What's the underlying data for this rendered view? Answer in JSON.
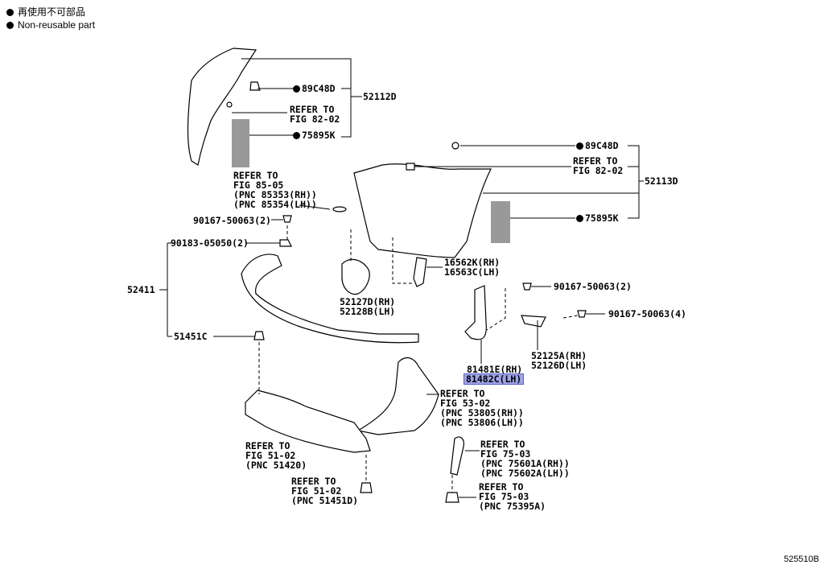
{
  "legend": {
    "line1": "再使用不可部品",
    "line2": "Non-reusable part"
  },
  "labels": {
    "p89c48d_a": "89C48D",
    "refer_82_a": "REFER TO\nFIG 82-02",
    "p75895k_a": "75895K",
    "p52112d": "52112D",
    "p89c48d_b": "89C48D",
    "refer_82_b": "REFER TO\nFIG 82-02",
    "p52113d": "52113D",
    "p75895k_b": "75895K",
    "refer_85": "REFER TO\nFIG 85-05\n(PNC 85353(RH))\n(PNC 85354(LH))",
    "p90167_a": "90167-50063(2)",
    "p90183": "90183-05050(2)",
    "p52411": "52411",
    "p51451c": "51451C",
    "p16562k": "16562K(RH)\n16563C(LH)",
    "p52127d": "52127D(RH)\n52128B(LH)",
    "p90167_b": "90167-50063(2)",
    "p90167_c": "90167-50063(4)",
    "p52125a": "52125A(RH)\n52126D(LH)",
    "p81481e": "81481E(RH)",
    "p81482c": "81482C(LH)",
    "refer_53": "REFER TO\nFIG 53-02\n(PNC 53805(RH))\n(PNC 53806(LH))",
    "refer_51a": "REFER TO\nFIG 51-02\n(PNC 51420)",
    "refer_75a": "REFER TO\nFIG 75-03\n(PNC 75601A(RH))\n(PNC 75602A(LH))",
    "refer_51b": "REFER TO\nFIG 51-02\n(PNC 51451D)",
    "refer_75b": "REFER TO\nFIG 75-03\n(PNC 75395A)"
  },
  "figure_id": "525510B"
}
